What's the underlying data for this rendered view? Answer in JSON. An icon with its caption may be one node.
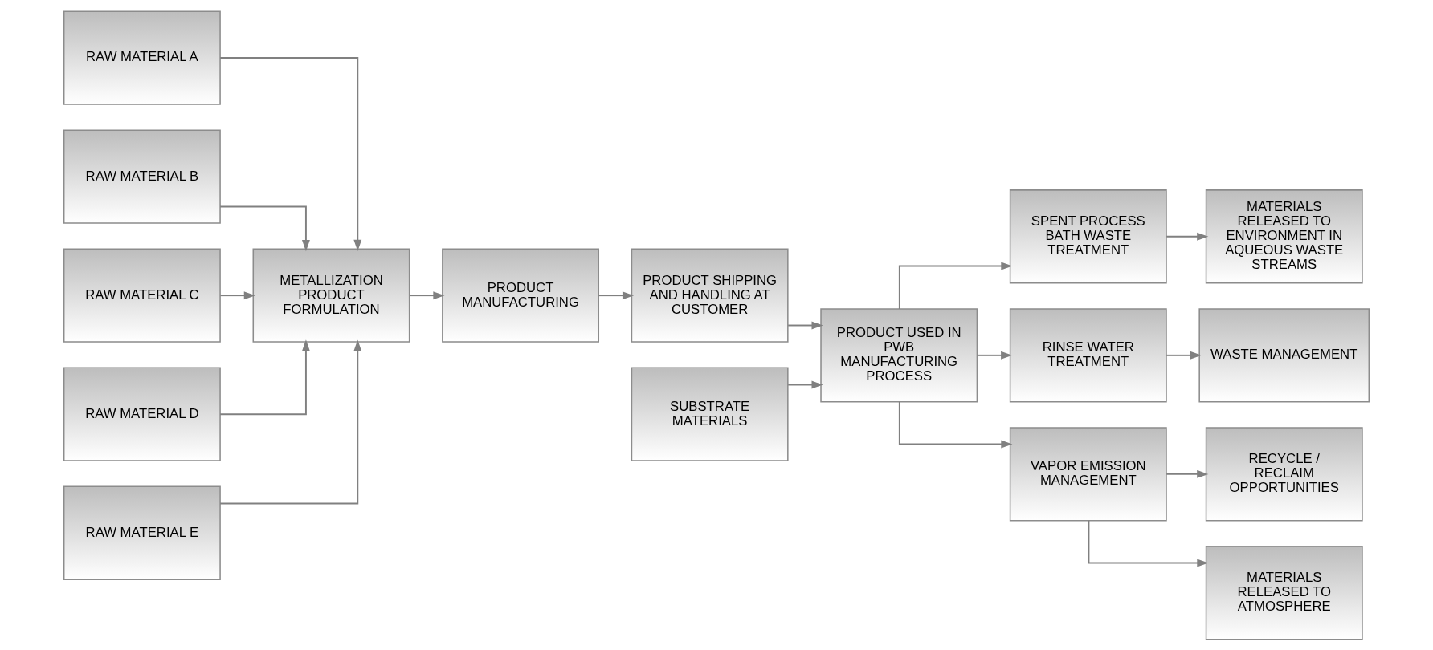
{
  "diagram": {
    "nodes": [
      {
        "text": [
          "RAW MATERIAL A"
        ]
      },
      {
        "text": [
          "RAW MATERIAL B"
        ]
      },
      {
        "text": [
          "RAW MATERIAL C"
        ]
      },
      {
        "text": [
          "RAW MATERIAL D"
        ]
      },
      {
        "text": [
          "RAW MATERIAL E"
        ]
      },
      {
        "text": [
          "METALLIZATION PRODUCT FORMULATION"
        ]
      },
      {
        "text": [
          "PRODUCT MANUFACTURING"
        ]
      },
      {
        "text": [
          "PRODUCT SHIPPING AND HANDLING AT CUSTOMER"
        ]
      },
      {
        "text": [
          "SUBSTRATE MATERIALS"
        ]
      },
      {
        "text": [
          "PRODUCT USED IN PWB MANUFACTURING PROCESS"
        ]
      },
      {
        "text": [
          "RECYCLE / RECLAIM OPPORTUNITIES"
        ]
      },
      {
        "text": [
          "SPENT PROCESS BATH WASTE TREATMENT"
        ]
      },
      {
        "text": [
          "MATERIALS RELEASED TO ENVIRONMENT IN AQUEOUS WASTE STREAMS"
        ]
      },
      {
        "text": [
          "RINSE WATER TREATMENT"
        ]
      },
      {
        "text": [
          "WASTE MANAGEMENT"
        ]
      },
      {
        "text": [
          "VAPOR EMISSION MANAGEMENT"
        ]
      },
      {
        "text": [
          "MATERIALS RELEASED TO ATMOSPHERE"
        ]
      }
    ],
    "edges": [
      {
        "from": 0,
        "to": 5,
        "arrow": "to"
      },
      {
        "from": 1,
        "to": 5,
        "arrow": "to"
      },
      {
        "from": 2,
        "to": 5,
        "arrow": "to"
      },
      {
        "from": 3,
        "to": 5,
        "arrow": "to"
      },
      {
        "from": 4,
        "to": 5,
        "arrow": "to"
      },
      {
        "from": 5,
        "to": 6,
        "arrow": "to"
      },
      {
        "from": 6,
        "to": 7,
        "arrow": "to"
      },
      {
        "from": 7,
        "to": 9,
        "arrow": "to"
      },
      {
        "from": 8,
        "to": 9,
        "arrow": "to"
      },
      {
        "from": 9,
        "to": 11,
        "arrow": "to"
      },
      {
        "from": 9,
        "to": 13,
        "arrow": "to"
      },
      {
        "from": 9,
        "to": 15,
        "arrow": "to"
      },
      {
        "from": 11,
        "to": 12,
        "arrow": "to"
      },
      {
        "from": 13,
        "to": 14,
        "arrow": "to"
      },
      {
        "from": 15,
        "to": 10,
        "arrow": "to"
      },
      {
        "from": 15,
        "to": 16,
        "arrow": "to"
      }
    ]
  }
}
